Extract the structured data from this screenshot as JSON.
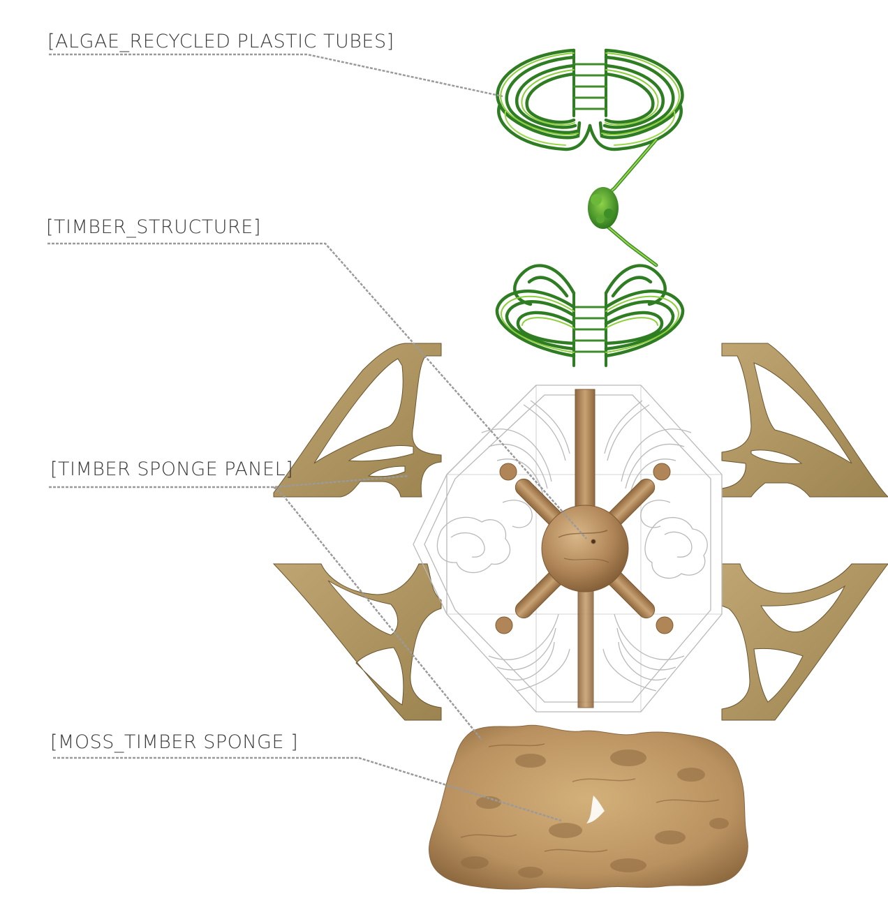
{
  "labels": {
    "algae": "[ALGAE_RECYCLED PLASTIC TUBES]",
    "timber_structure": "[TIMBER_STRUCTURE]",
    "timber_sponge_panel": "[TIMBER SPONGE PANEL]",
    "moss_timber_sponge": "[MOSS_TIMBER SPONGE ]"
  },
  "colors": {
    "leader_line": "#9a9a9a",
    "algae_dark": "#2f7d22",
    "algae_light": "#8ccf3a",
    "timber": "#b58a5c",
    "timber_dark": "#8a6238",
    "sponge": "#b39a63",
    "sponge_dark": "#5a4a2a",
    "moss_sponge": "#c2a06c",
    "wireframe": "#b9b9b9"
  }
}
